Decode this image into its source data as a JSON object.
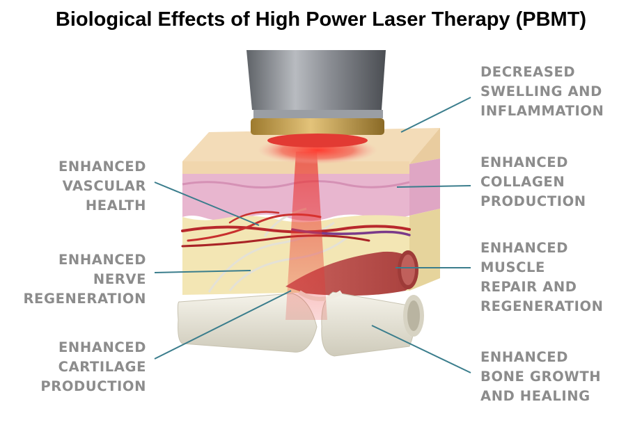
{
  "title": "Biological Effects of High Power Laser Therapy (PBMT)",
  "labels": {
    "swelling": [
      "DECREASED",
      "SWELLING AND",
      "INFLAMMATION"
    ],
    "vascular": [
      "ENHANCED",
      "VASCULAR",
      "HEALTH"
    ],
    "collagen": [
      "ENHANCED",
      "COLLAGEN",
      "PRODUCTION"
    ],
    "nerve": [
      "ENHANCED",
      "NERVE",
      "REGENERATION"
    ],
    "muscle": [
      "ENHANCED",
      "MUSCLE",
      "REPAIR AND",
      "REGENERATION"
    ],
    "cartilage": [
      "ENHANCED",
      "CARTILAGE",
      "PRODUCTION"
    ],
    "bone": [
      "ENHANCED",
      "BONE GROWTH",
      "AND HEALING"
    ]
  },
  "colors": {
    "label_text": "#8c8c8c",
    "leader_line": "#3a7d8c",
    "laser": "#e8322f",
    "skin_top": "#f3dcb8",
    "dermis": "#e8b6cf",
    "fat": "#f3e6b4",
    "muscle": "#b94b48",
    "bone": "#ece9dc",
    "device": "#8a8d93",
    "device_ring": "#c9a24a"
  }
}
